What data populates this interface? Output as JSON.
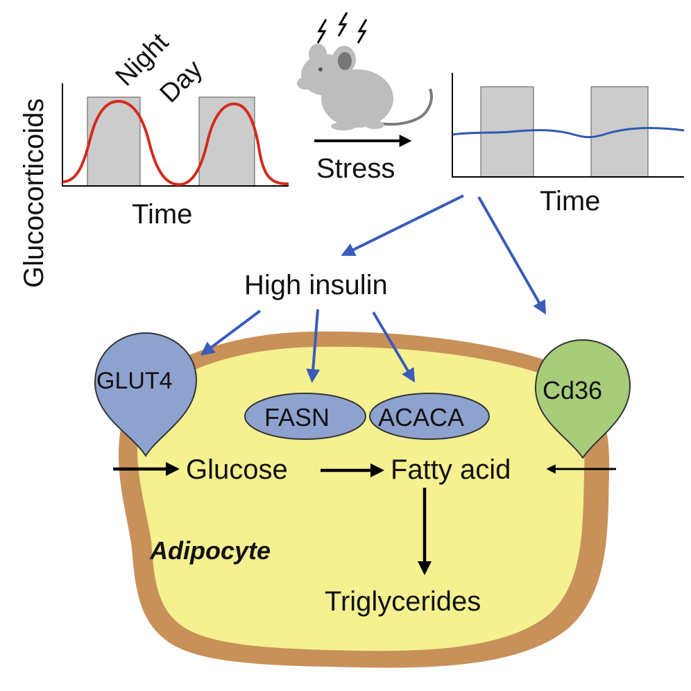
{
  "y_axis_label": "Glucocorticoids",
  "left_plot": {
    "night_label": "Night",
    "day_label": "Day",
    "x_label": "Time",
    "curve_color": "#d42a1e",
    "night_band_color": "#cccccc"
  },
  "right_plot": {
    "x_label": "Time",
    "curve_color": "#2f57b5",
    "night_band_color": "#cccccc"
  },
  "stress_label": "Stress",
  "mouse_icon": "stressed-mouse-icon",
  "high_insulin_label": "High insulin",
  "cell": {
    "label": "Adipocyte",
    "membrane_color": "#c8915a",
    "cytoplasm_color": "#f5f090"
  },
  "transporters": {
    "glut4": {
      "label": "GLUT4",
      "color": "#8ea2cf"
    },
    "cd36": {
      "label": "Cd36",
      "color": "#a8cc7a"
    }
  },
  "enzymes": {
    "fasn": {
      "label": "FASN",
      "color": "#8ea2cf"
    },
    "acaca": {
      "label": "ACACA",
      "color": "#8ea2cf"
    }
  },
  "metabolites": {
    "glucose": "Glucose",
    "fatty_acid": "Fatty acid",
    "triglycerides": "Triglycerides"
  },
  "arrow_color_signal": "#3a5bb8",
  "arrow_color_flux": "#000000"
}
